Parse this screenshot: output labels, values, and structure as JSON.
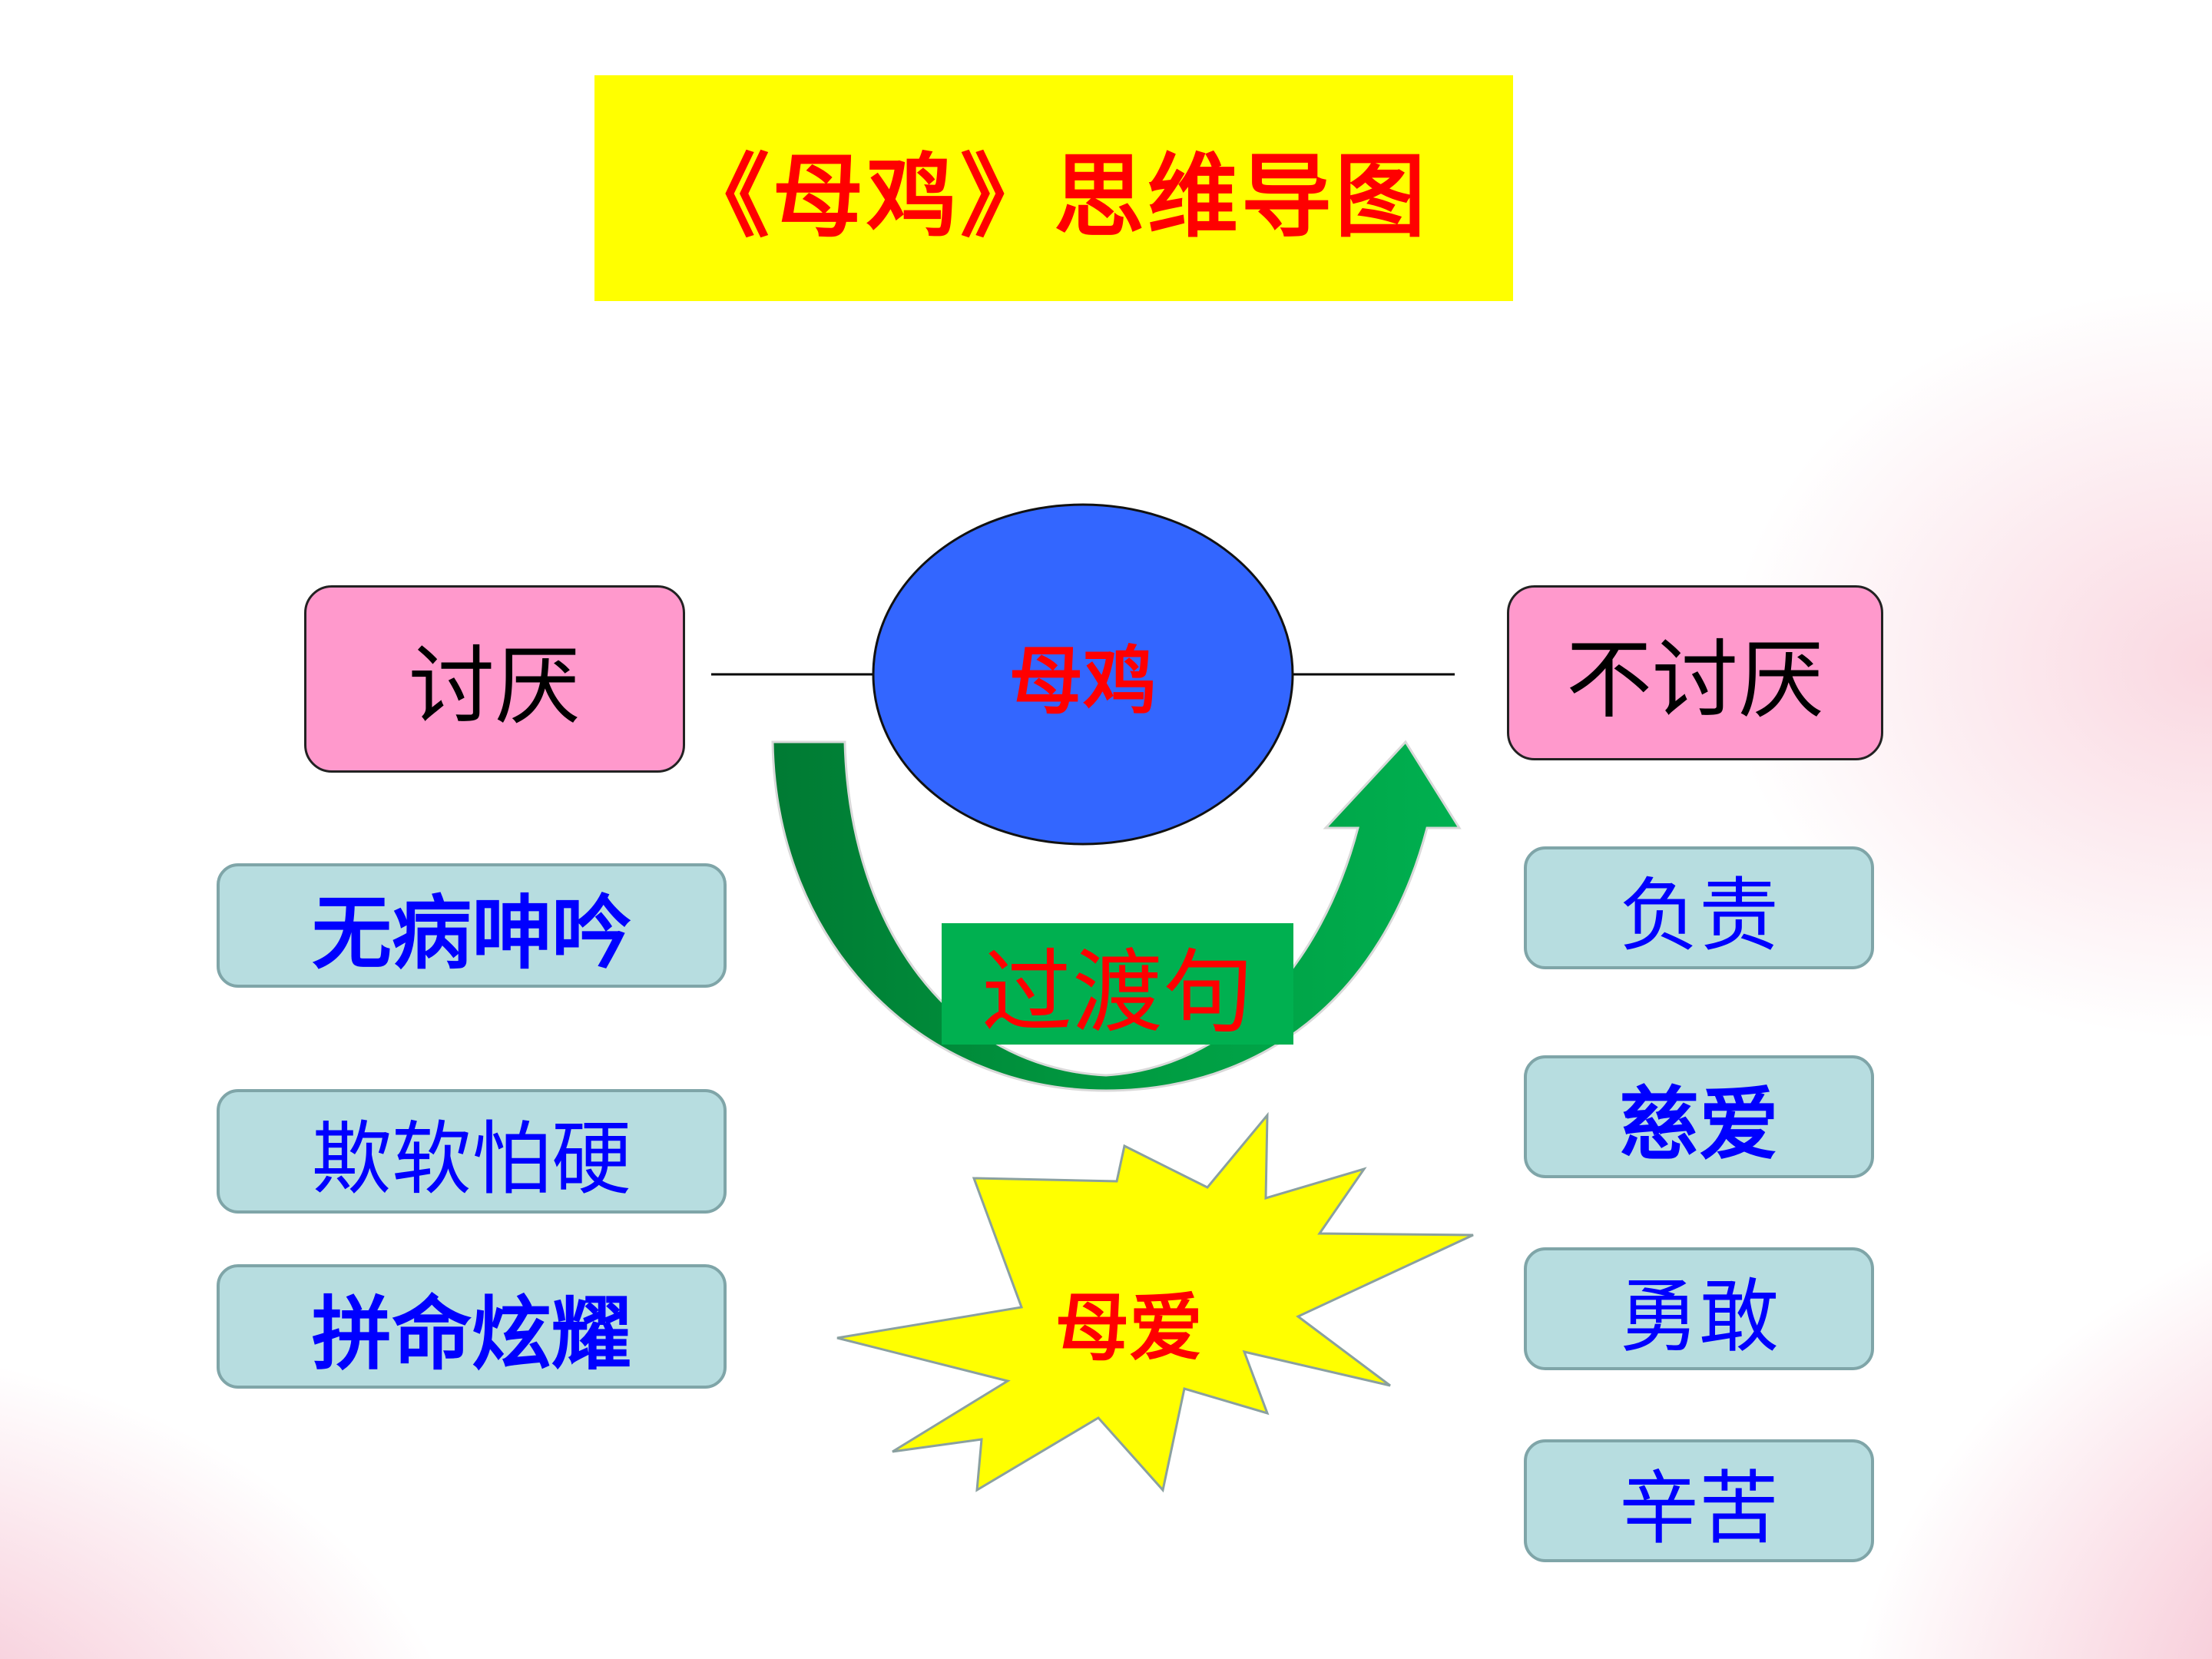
{
  "title": "《母鸡》思维导图",
  "center": "母鸡",
  "left_branch": "讨厌",
  "right_branch": "不讨厌",
  "left_items": [
    "无病呻吟",
    "欺软怕硬",
    "拼命炫耀"
  ],
  "right_items": [
    "负责",
    "慈爱",
    "勇敢",
    "辛苦"
  ],
  "transition": "过渡句",
  "core": "母爱",
  "colors": {
    "title_bg": "#ffff00",
    "title_text": "#ff0000",
    "center_fill": "#3366ff",
    "branch_fill": "#ff99cc",
    "item_fill": "#b7dde0",
    "item_text": "#0000ff",
    "arrow": "#00b050",
    "star_fill": "#ffff00"
  }
}
